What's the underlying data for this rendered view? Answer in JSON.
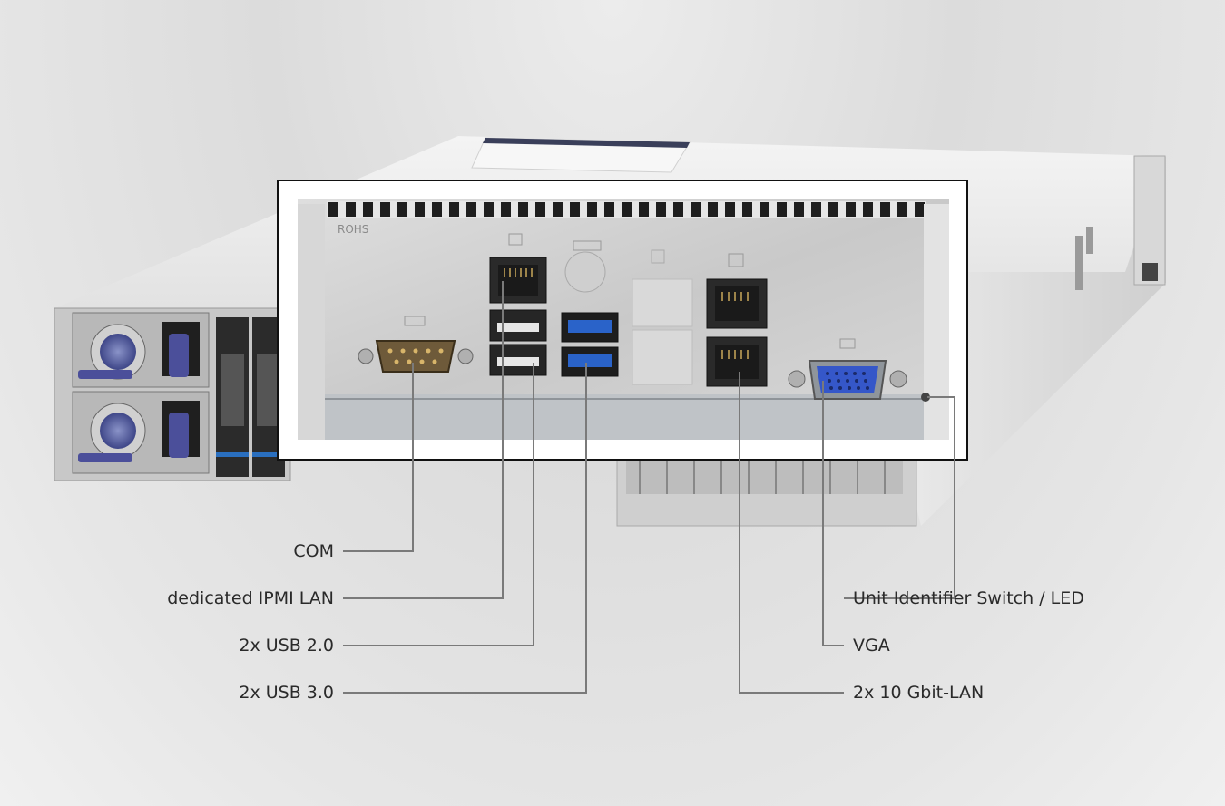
{
  "panel": {
    "rohs_mark": "ROHS"
  },
  "callouts": {
    "com": "COM",
    "ipmi_lan": "dedicated IPMI LAN",
    "usb2": "2x USB 2.0",
    "usb3": "2x USB 3.0",
    "uid": "Unit Identifier Switch / LED",
    "vga": "VGA",
    "lan10g": "2x 10 Gbit-LAN"
  },
  "colors": {
    "leader_line": "#7a7a7a",
    "usb3_blue": "#2a63c9",
    "vga_blue": "#3557c9",
    "psu_handle": "#4b4f9a"
  }
}
